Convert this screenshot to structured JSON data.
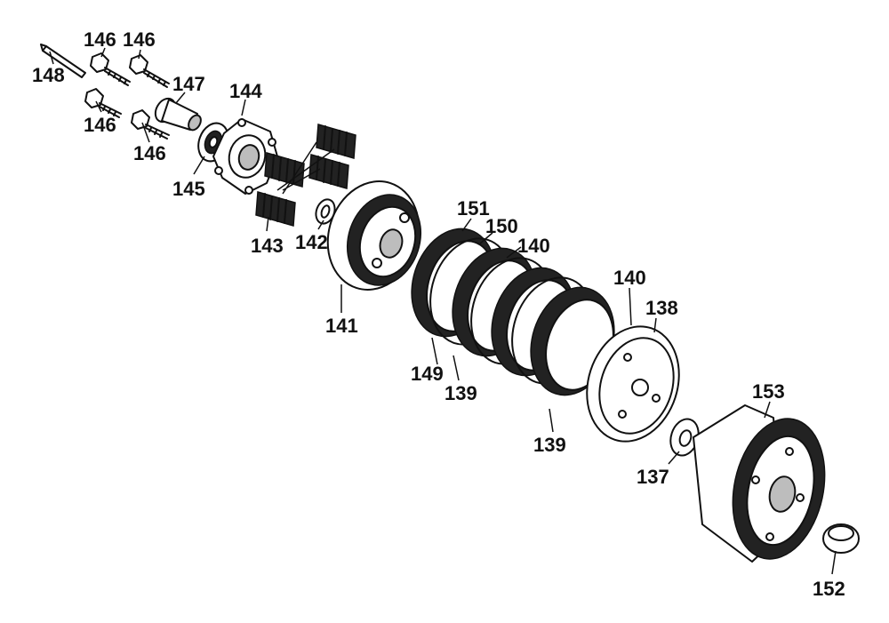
{
  "diagram": {
    "callouts": [
      {
        "id": "c146a",
        "text": "146"
      },
      {
        "id": "c146b",
        "text": "146"
      },
      {
        "id": "c148",
        "text": "148"
      },
      {
        "id": "c147",
        "text": "147"
      },
      {
        "id": "c144",
        "text": "144"
      },
      {
        "id": "c146c",
        "text": "146"
      },
      {
        "id": "c146d",
        "text": "146"
      },
      {
        "id": "c145",
        "text": "145"
      },
      {
        "id": "c143",
        "text": "143"
      },
      {
        "id": "c142",
        "text": "142"
      },
      {
        "id": "c141",
        "text": "141"
      },
      {
        "id": "c151",
        "text": "151"
      },
      {
        "id": "c150",
        "text": "150"
      },
      {
        "id": "c140a",
        "text": "140"
      },
      {
        "id": "c140b",
        "text": "140"
      },
      {
        "id": "c138",
        "text": "138"
      },
      {
        "id": "c149",
        "text": "149"
      },
      {
        "id": "c139a",
        "text": "139"
      },
      {
        "id": "c139b",
        "text": "139"
      },
      {
        "id": "c137",
        "text": "137"
      },
      {
        "id": "c153",
        "text": "153"
      },
      {
        "id": "c152",
        "text": "152"
      }
    ]
  }
}
